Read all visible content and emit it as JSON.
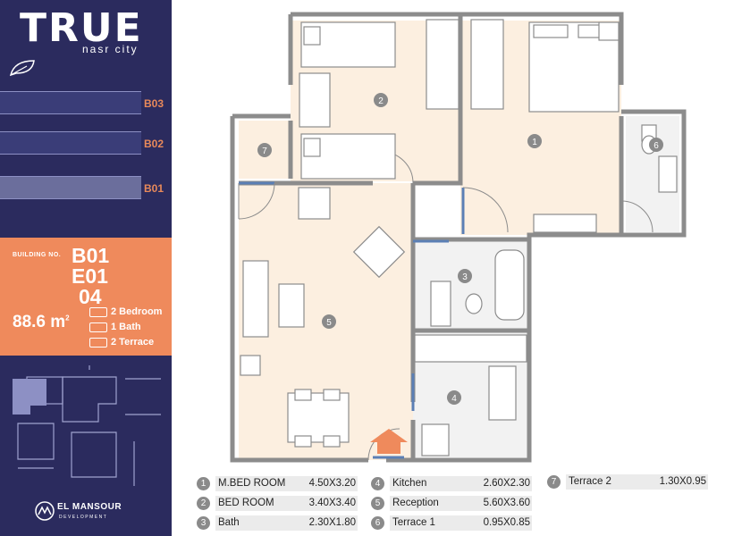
{
  "brand": {
    "title": "TRUE",
    "subtitle": "nasr city"
  },
  "buildings": [
    "B03",
    "B02",
    "B01"
  ],
  "unit": {
    "building_label": "BUILDING NO.",
    "building": "B01",
    "entrance": "E01",
    "apartment": "04",
    "area": "88.6 m",
    "area_sup": "2",
    "specs": [
      "2 Bedroom",
      "1 Bath",
      "2 Terrace"
    ]
  },
  "developer": {
    "name": "EL MANSOUR",
    "tagline": "DEVELOPMENT"
  },
  "rooms": [
    {
      "no": "1",
      "name": "M.BED ROOM",
      "dims": "4.50X3.20"
    },
    {
      "no": "2",
      "name": "BED ROOM",
      "dims": "3.40X3.40"
    },
    {
      "no": "3",
      "name": "Bath",
      "dims": "2.30X1.80"
    },
    {
      "no": "4",
      "name": "Kitchen",
      "dims": "2.60X2.30"
    },
    {
      "no": "5",
      "name": "Reception",
      "dims": "5.60X3.60"
    },
    {
      "no": "6",
      "name": "Terrace 1",
      "dims": "0.95X0.85"
    },
    {
      "no": "7",
      "name": "Terrace 2",
      "dims": "1.30X0.95"
    }
  ],
  "colors": {
    "navy": "#2b2b5e",
    "accent": "#ef8a5c",
    "floor": "#fcefe0",
    "wall": "#8c8c8c",
    "window": "#5b7fb5"
  }
}
